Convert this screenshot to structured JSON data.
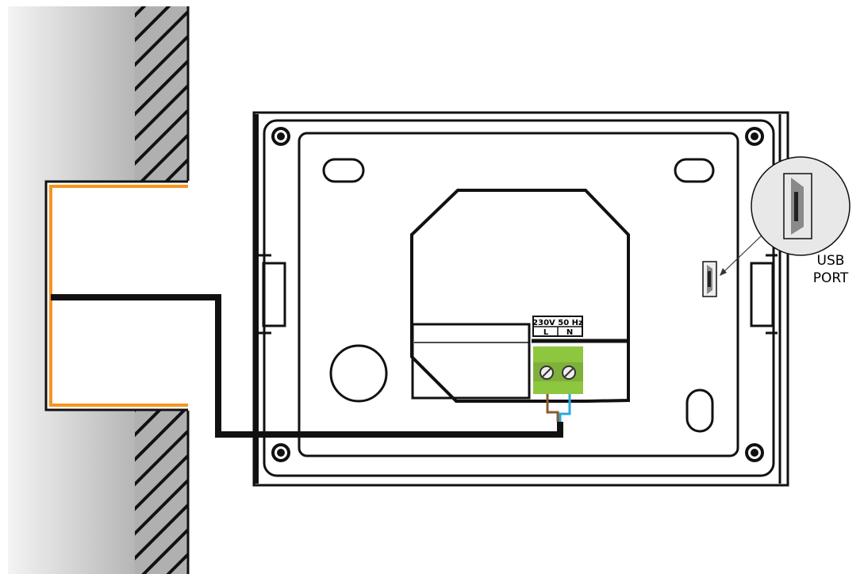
{
  "terminal": {
    "voltage_label": "230V 50 Hz",
    "live_label": "L",
    "neutral_label": "N"
  },
  "usb": {
    "line1": "USB",
    "line2": "PORT"
  },
  "colors": {
    "terminal_green": "#8dc63f",
    "live_wire": "#8b5a2b",
    "neutral_wire": "#29a9e0",
    "conduit": "#f7941d",
    "cable": "#111111"
  }
}
